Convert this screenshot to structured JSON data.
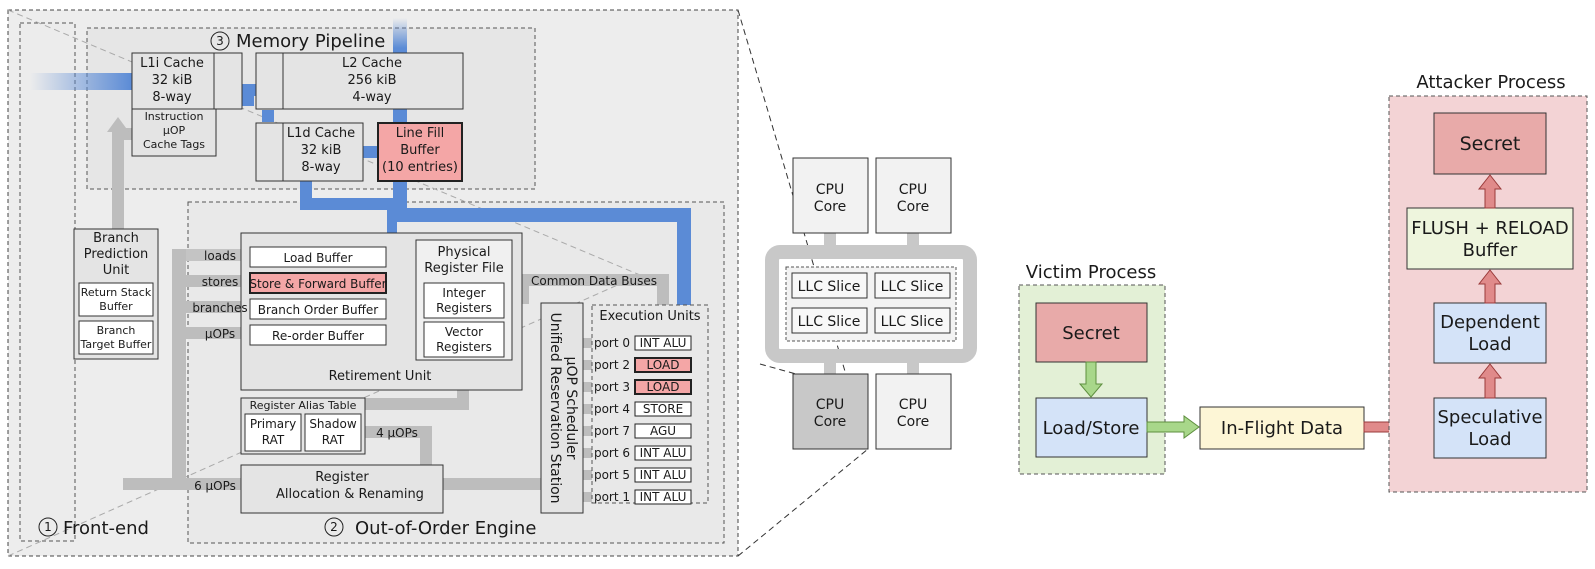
{
  "cpu": {
    "memory_pipeline": {
      "label": "Memory Pipeline",
      "num": "3"
    },
    "frontend": {
      "label": "Front-end",
      "num": "1"
    },
    "ooo_engine": {
      "label": "Out-of-Order Engine",
      "num": "2"
    },
    "l1i": [
      "L1i Cache",
      "32 kiB",
      "8-way"
    ],
    "uop_cache_tags": [
      "Instruction",
      "µOP",
      "Cache Tags"
    ],
    "l2": [
      "L2 Cache",
      "256 kiB",
      "4-way"
    ],
    "l1d": [
      "L1d Cache",
      "32 kiB",
      "8-way"
    ],
    "lfb": [
      "Line Fill",
      "Buffer",
      "(10 entries)"
    ],
    "bpu": {
      "title": [
        "Branch",
        "Prediction",
        "Unit"
      ],
      "rsb": [
        "Return Stack",
        "Buffer"
      ],
      "btb": [
        "Branch",
        "Target Buffer"
      ]
    },
    "buffers": {
      "loads_label": "loads",
      "load_buffer": "Load Buffer",
      "stores_label": "stores",
      "store_forward": "Store & Forward Buffer",
      "branches_label": "branches",
      "branch_order": "Branch Order Buffer",
      "uops_label": "µOPs",
      "reorder": "Re-order Buffer"
    },
    "prf": {
      "title": [
        "Physical",
        "Register File"
      ],
      "integer": [
        "Integer",
        "Registers"
      ],
      "vector": [
        "Vector",
        "Registers"
      ]
    },
    "retirement": "Retirement Unit",
    "rat": {
      "title": "Register Alias Table",
      "primary": [
        "Primary",
        "RAT"
      ],
      "shadow": [
        "Shadow",
        "RAT"
      ]
    },
    "four_uops": "4 µOPs",
    "six_uops": "6 µOPs",
    "alloc": [
      "Register",
      "Allocation & Renaming"
    ],
    "cdb": "Common Data Buses",
    "scheduler": [
      "µOP Scheduler",
      "Unified Reservation Station"
    ],
    "exec_title": "Execution Units",
    "ports": [
      {
        "port": "port 0",
        "unit": "INT ALU",
        "highlight": false
      },
      {
        "port": "port 2",
        "unit": "LOAD",
        "highlight": true
      },
      {
        "port": "port 3",
        "unit": "LOAD",
        "highlight": true
      },
      {
        "port": "port 4",
        "unit": "STORE",
        "highlight": false
      },
      {
        "port": "port 7",
        "unit": "AGU",
        "highlight": false
      },
      {
        "port": "port 6",
        "unit": "INT ALU",
        "highlight": false
      },
      {
        "port": "port 5",
        "unit": "INT ALU",
        "highlight": false
      },
      {
        "port": "port 1",
        "unit": "INT ALU",
        "highlight": false
      }
    ]
  },
  "chip": {
    "cores": [
      [
        "CPU",
        "Core"
      ],
      [
        "CPU",
        "Core"
      ],
      [
        "CPU",
        "Core"
      ],
      [
        "CPU",
        "Core"
      ]
    ],
    "llc_slices": [
      "LLC Slice",
      "LLC Slice",
      "LLC Slice",
      "LLC Slice"
    ]
  },
  "attack": {
    "victim_title": "Victim Process",
    "victim_secret": "Secret",
    "load_store": "Load/Store",
    "in_flight": "In-Flight Data",
    "attacker_title": "Attacker Process",
    "speculative": [
      "Speculative",
      "Load"
    ],
    "dependent": [
      "Dependent",
      "Load"
    ],
    "flush_reload": [
      "FLUSH + RELOAD",
      "Buffer"
    ],
    "attacker_secret": "Secret"
  },
  "colors": {
    "data_path": "#5b8bd6",
    "control_path": "#b9b9b9",
    "highlight_red": "#f4a6a6",
    "victim_bg": "#e3f0d6",
    "attacker_bg": "#f3d3d5",
    "secret_fill": "#e8aaa9",
    "load_fill": "#d4e3f8",
    "inflight_fill": "#fdf6d6",
    "flush_fill": "#eef5dd"
  }
}
